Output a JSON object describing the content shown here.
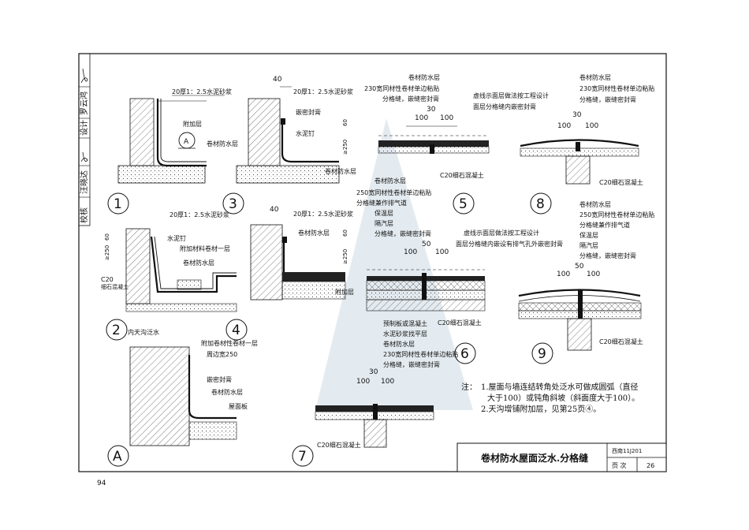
{
  "page_number": "94",
  "title_block": {
    "title": "卷材防水屋面泛水.分格缝",
    "atlas_code": "西南11J201",
    "page_label": "页 次",
    "page_value": "26"
  },
  "side_strip": {
    "checker_label": "校核",
    "checker_name": "汪晓达",
    "designer_label": "设计",
    "designer_name": "罗云鸿"
  },
  "notes": {
    "prefix": "注：",
    "item1_line1": "1.屋面与墙连结转角处泛水可做成圆弧（直径",
    "item1_line2": "大于100）或钝角斜坡（斜面度大于100）。",
    "item2": "2.天沟增铺附加层，见第25页④。"
  },
  "detail_ids": [
    "1",
    "2",
    "3",
    "4",
    "5",
    "6",
    "7",
    "8",
    "9",
    "A"
  ],
  "section_ref": "A",
  "labels": {
    "mortar": "20厚1：2.5水泥砂浆",
    "mortar_short": "20厚1：2.5水泥砂浆",
    "membrane": "卷材防水层",
    "extra_layer": "附加层",
    "sealant": "嵌密封膏",
    "nail": "水泥钉",
    "c20": "C20",
    "c20_concrete": "C20细石混凝土",
    "c20_fine": "细石混凝土",
    "gutter": "内天沟泛水",
    "extra_membrane_layer": "附加材料卷材一层",
    "extra_membrane_one": "附加卷材性卷材一层",
    "edge_250": "周边宽250",
    "roof_slab": "屋面板",
    "strip_230": "230宽同材性卷材单边粘贴",
    "strip_250": "250宽同材性卷材单边粘贴",
    "joint_vent": "分格缝兼作排气道",
    "joint_seal": "分格缝，嵌缝密封膏",
    "joint_seal_b": "分格缝，嵌缝密封膏",
    "insulation": "保温层",
    "vapor": "隔汽层",
    "precast": "预制板或混凝土",
    "mortar_leveling": "水泥砂浆找平层",
    "dashed_note": "虚线示面层做法按工程设计",
    "face_seal": "面层分格缝内嵌密封膏",
    "face_seal_vent": "面层分格缝内嵌设有排气孔外嵌密封膏",
    "dim_40": "40",
    "dim_60": "60",
    "dim_250": "≥250",
    "dim_100": "100",
    "dim_30": "30",
    "dim_50": "50",
    "dim_250s": "250"
  },
  "colors": {
    "ink": "#111111",
    "watermark": "#9fb8c8",
    "hatch": "#444444"
  }
}
